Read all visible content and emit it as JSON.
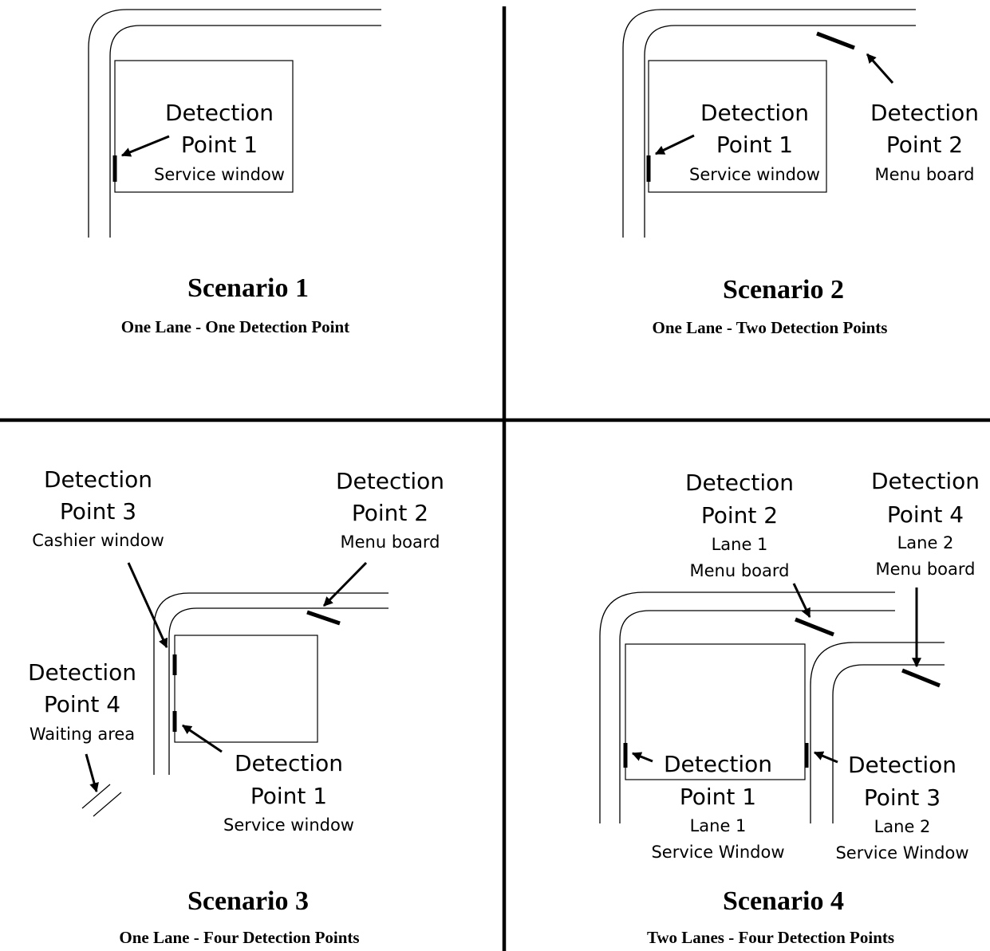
{
  "scenarios": [
    {
      "title": "Scenario 1",
      "subtitle": "One Lane - One Detection Point",
      "points": [
        {
          "line1": "Detection",
          "line2": "Point 1",
          "details": [
            "Service window"
          ]
        }
      ]
    },
    {
      "title": "Scenario 2",
      "subtitle": "One Lane - Two Detection Points",
      "points": [
        {
          "line1": "Detection",
          "line2": "Point 1",
          "details": [
            "Service window"
          ]
        },
        {
          "line1": "Detection",
          "line2": "Point 2",
          "details": [
            "Menu board"
          ]
        }
      ]
    },
    {
      "title": "Scenario 3",
      "subtitle": "One Lane - Four Detection Points",
      "points": [
        {
          "line1": "Detection",
          "line2": "Point 3",
          "details": [
            "Cashier window"
          ]
        },
        {
          "line1": "Detection",
          "line2": "Point 2",
          "details": [
            "Menu board"
          ]
        },
        {
          "line1": "Detection",
          "line2": "Point 4",
          "details": [
            "Waiting area"
          ]
        },
        {
          "line1": "Detection",
          "line2": "Point 1",
          "details": [
            "Service window"
          ]
        }
      ]
    },
    {
      "title": "Scenario 4",
      "subtitle": "Two Lanes - Four Detection Points",
      "points": [
        {
          "line1": "Detection",
          "line2": "Point 2",
          "details": [
            "Lane 1",
            "Menu board"
          ]
        },
        {
          "line1": "Detection",
          "line2": "Point 4",
          "details": [
            "Lane 2",
            "Menu board"
          ]
        },
        {
          "line1": "Detection",
          "line2": "Point 1",
          "details": [
            "Lane 1",
            "Service Window"
          ]
        },
        {
          "line1": "Detection",
          "line2": "Point 3",
          "details": [
            "Lane 2",
            "Service Window"
          ]
        }
      ]
    }
  ]
}
